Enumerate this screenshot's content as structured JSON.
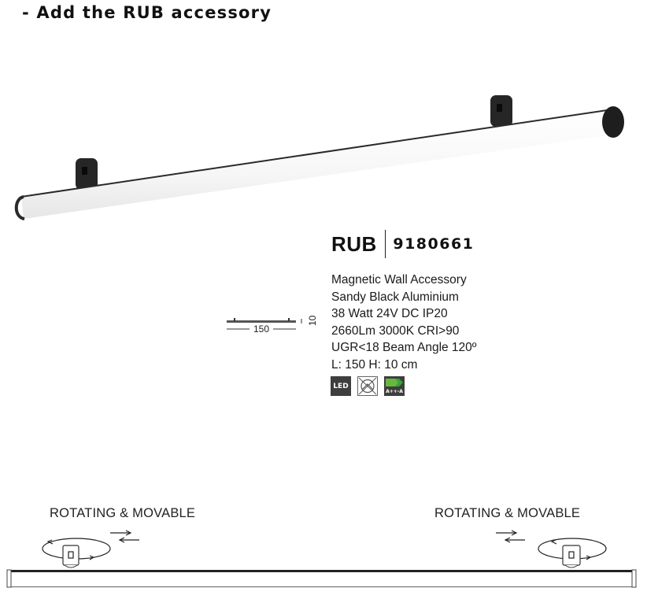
{
  "heading": "- Add the RUB accessory",
  "product": {
    "model": "RUB",
    "code": "9180661",
    "specs": [
      "Magnetic Wall Accessory",
      "Sandy Black Aluminium",
      "38 Watt 24V DC IP20",
      "2660Lm 3000K CRI>90",
      "UGR<18 Beam Angle 120º",
      "L: 150 H: 10 cm"
    ],
    "badges": {
      "led": "LED",
      "not_dimmable": "not-dimmable-icon",
      "energy": "A++-A"
    }
  },
  "dimensions": {
    "length": "150",
    "height": "10"
  },
  "diagram": {
    "left_label": "ROTATING & MOVABLE",
    "right_label": "ROTATING & MOVABLE"
  },
  "colors": {
    "fixture_black": "#1e1e1e",
    "tube_white": "#f7f7f7",
    "energy_green": "#3aa335"
  }
}
